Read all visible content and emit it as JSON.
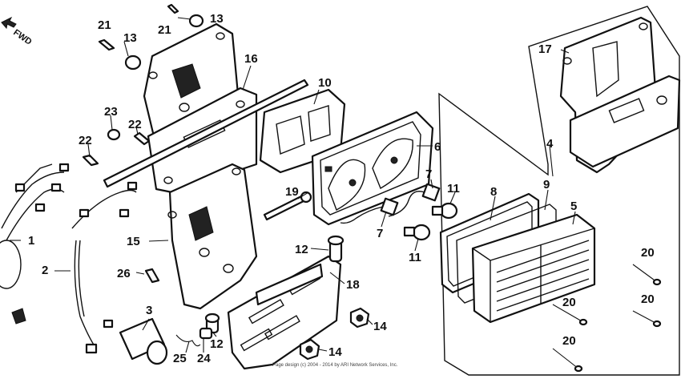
{
  "direction_label": "FWD",
  "copyright": "Page design (c) 2004 - 2014 by ARI Network Services, Inc.",
  "callouts": {
    "p1": "1",
    "p2": "2",
    "p3": "3",
    "p4": "4",
    "p5": "5",
    "p6": "6",
    "p7a": "7",
    "p7b": "7",
    "p8": "8",
    "p9": "9",
    "p10": "10",
    "p11a": "11",
    "p11b": "11",
    "p12a": "12",
    "p12b": "12",
    "p13a": "13",
    "p13b": "13",
    "p14a": "14",
    "p14b": "14",
    "p15": "15",
    "p16": "16",
    "p17": "17",
    "p18": "18",
    "p19": "19",
    "p20a": "20",
    "p20b": "20",
    "p20c": "20",
    "p21a": "21",
    "p21b": "21",
    "p22a": "22",
    "p22b": "22",
    "p23": "23",
    "p24": "24",
    "p25": "25",
    "p26": "26"
  }
}
